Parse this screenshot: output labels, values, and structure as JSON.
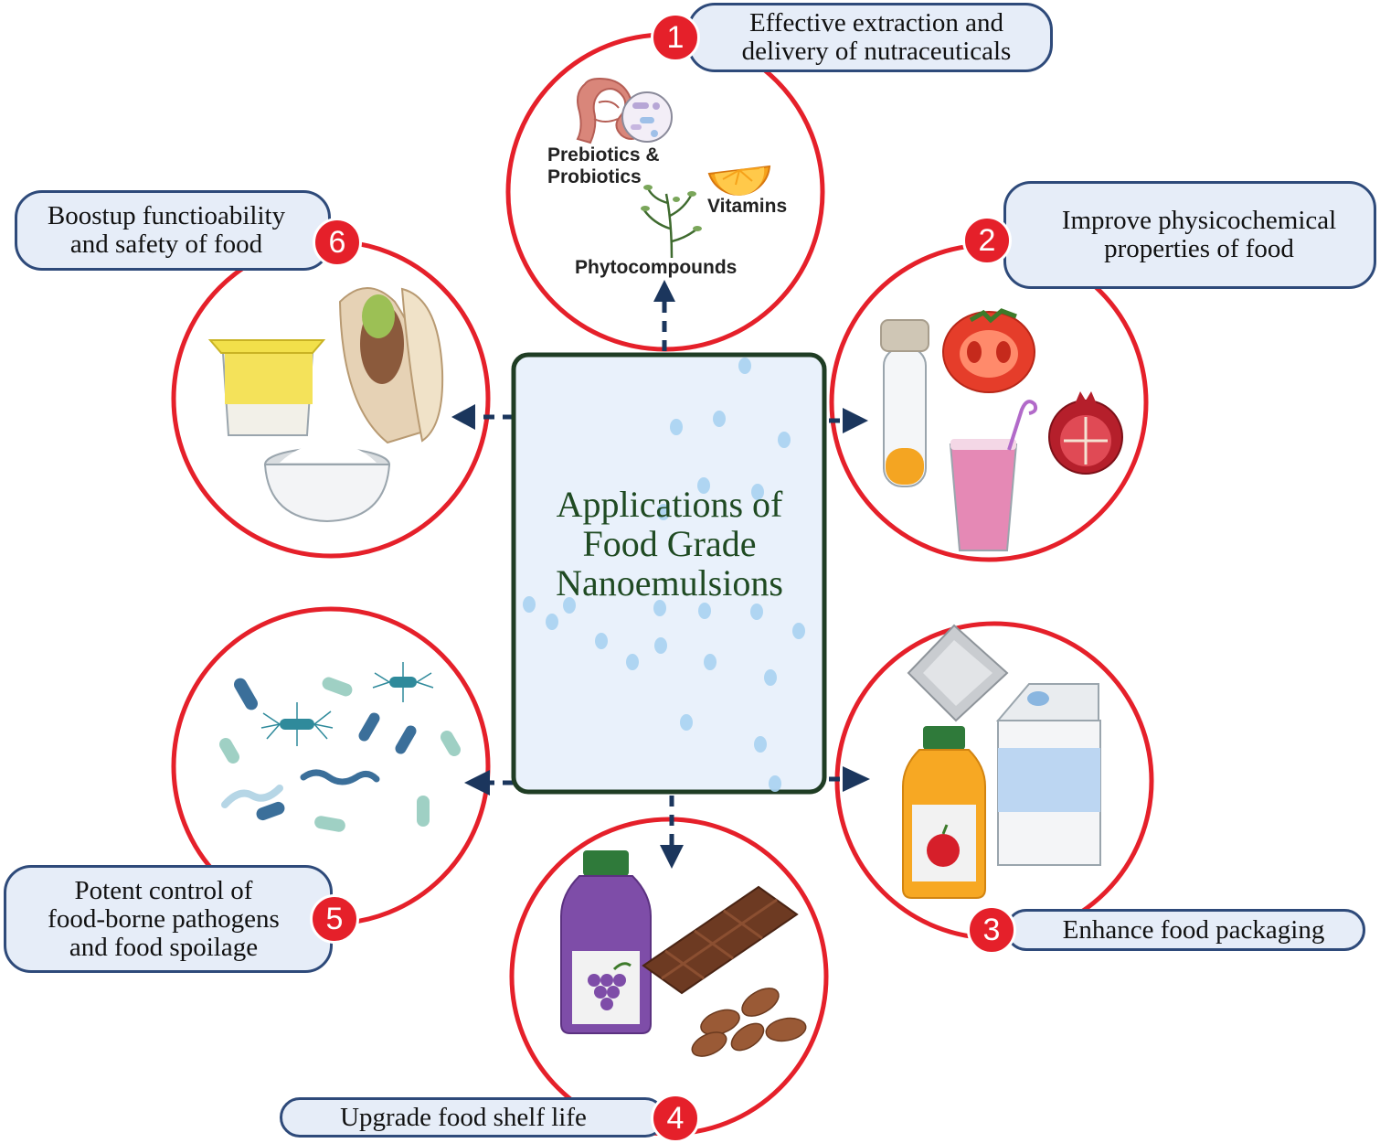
{
  "center": {
    "title": "Applications of\nFood Grade\nNanoemulsions"
  },
  "items": [
    {
      "number": "1",
      "label": "Effective extraction and\ndelivery of nutraceuticals",
      "icons": [
        "gut-icon",
        "microbes-icon",
        "orange-slice-icon",
        "plant-sprig-icon"
      ],
      "sublabels": {
        "prebiotics": "Prebiotics &",
        "probiotics": "Probiotics",
        "vitamins": "Vitamins",
        "phyto": "Phytocompounds"
      }
    },
    {
      "number": "2",
      "label": "Improve physicochemical\nproperties of food",
      "icons": [
        "test-tube-icon",
        "tomato-icon",
        "smoothie-icon",
        "pomegranate-icon"
      ]
    },
    {
      "number": "3",
      "label": "Enhance food packaging",
      "icons": [
        "pouch-icon",
        "milk-carton-icon",
        "juice-bottle-icon"
      ]
    },
    {
      "number": "4",
      "label": "Upgrade food shelf life",
      "icons": [
        "grape-juice-bottle-icon",
        "chocolate-bar-icon",
        "almonds-icon"
      ]
    },
    {
      "number": "5",
      "label": "Potent control of\nfood-borne pathogens\nand food spoilage",
      "icons": [
        "bacteria-icon"
      ]
    },
    {
      "number": "6",
      "label": "Boostup functioability\nand safety of food",
      "icons": [
        "yogurt-cup-icon",
        "pistachio-icon",
        "flour-bowl-icon"
      ]
    }
  ],
  "colors": {
    "circle": "#e5202a",
    "pill_fill": "#e6edf8",
    "pill_border": "#2e4a7a",
    "center_fill": "#e9f1fb",
    "center_border": "#1f3d24",
    "arrow": "#1b365d",
    "droplet": "#a9d3f2"
  }
}
